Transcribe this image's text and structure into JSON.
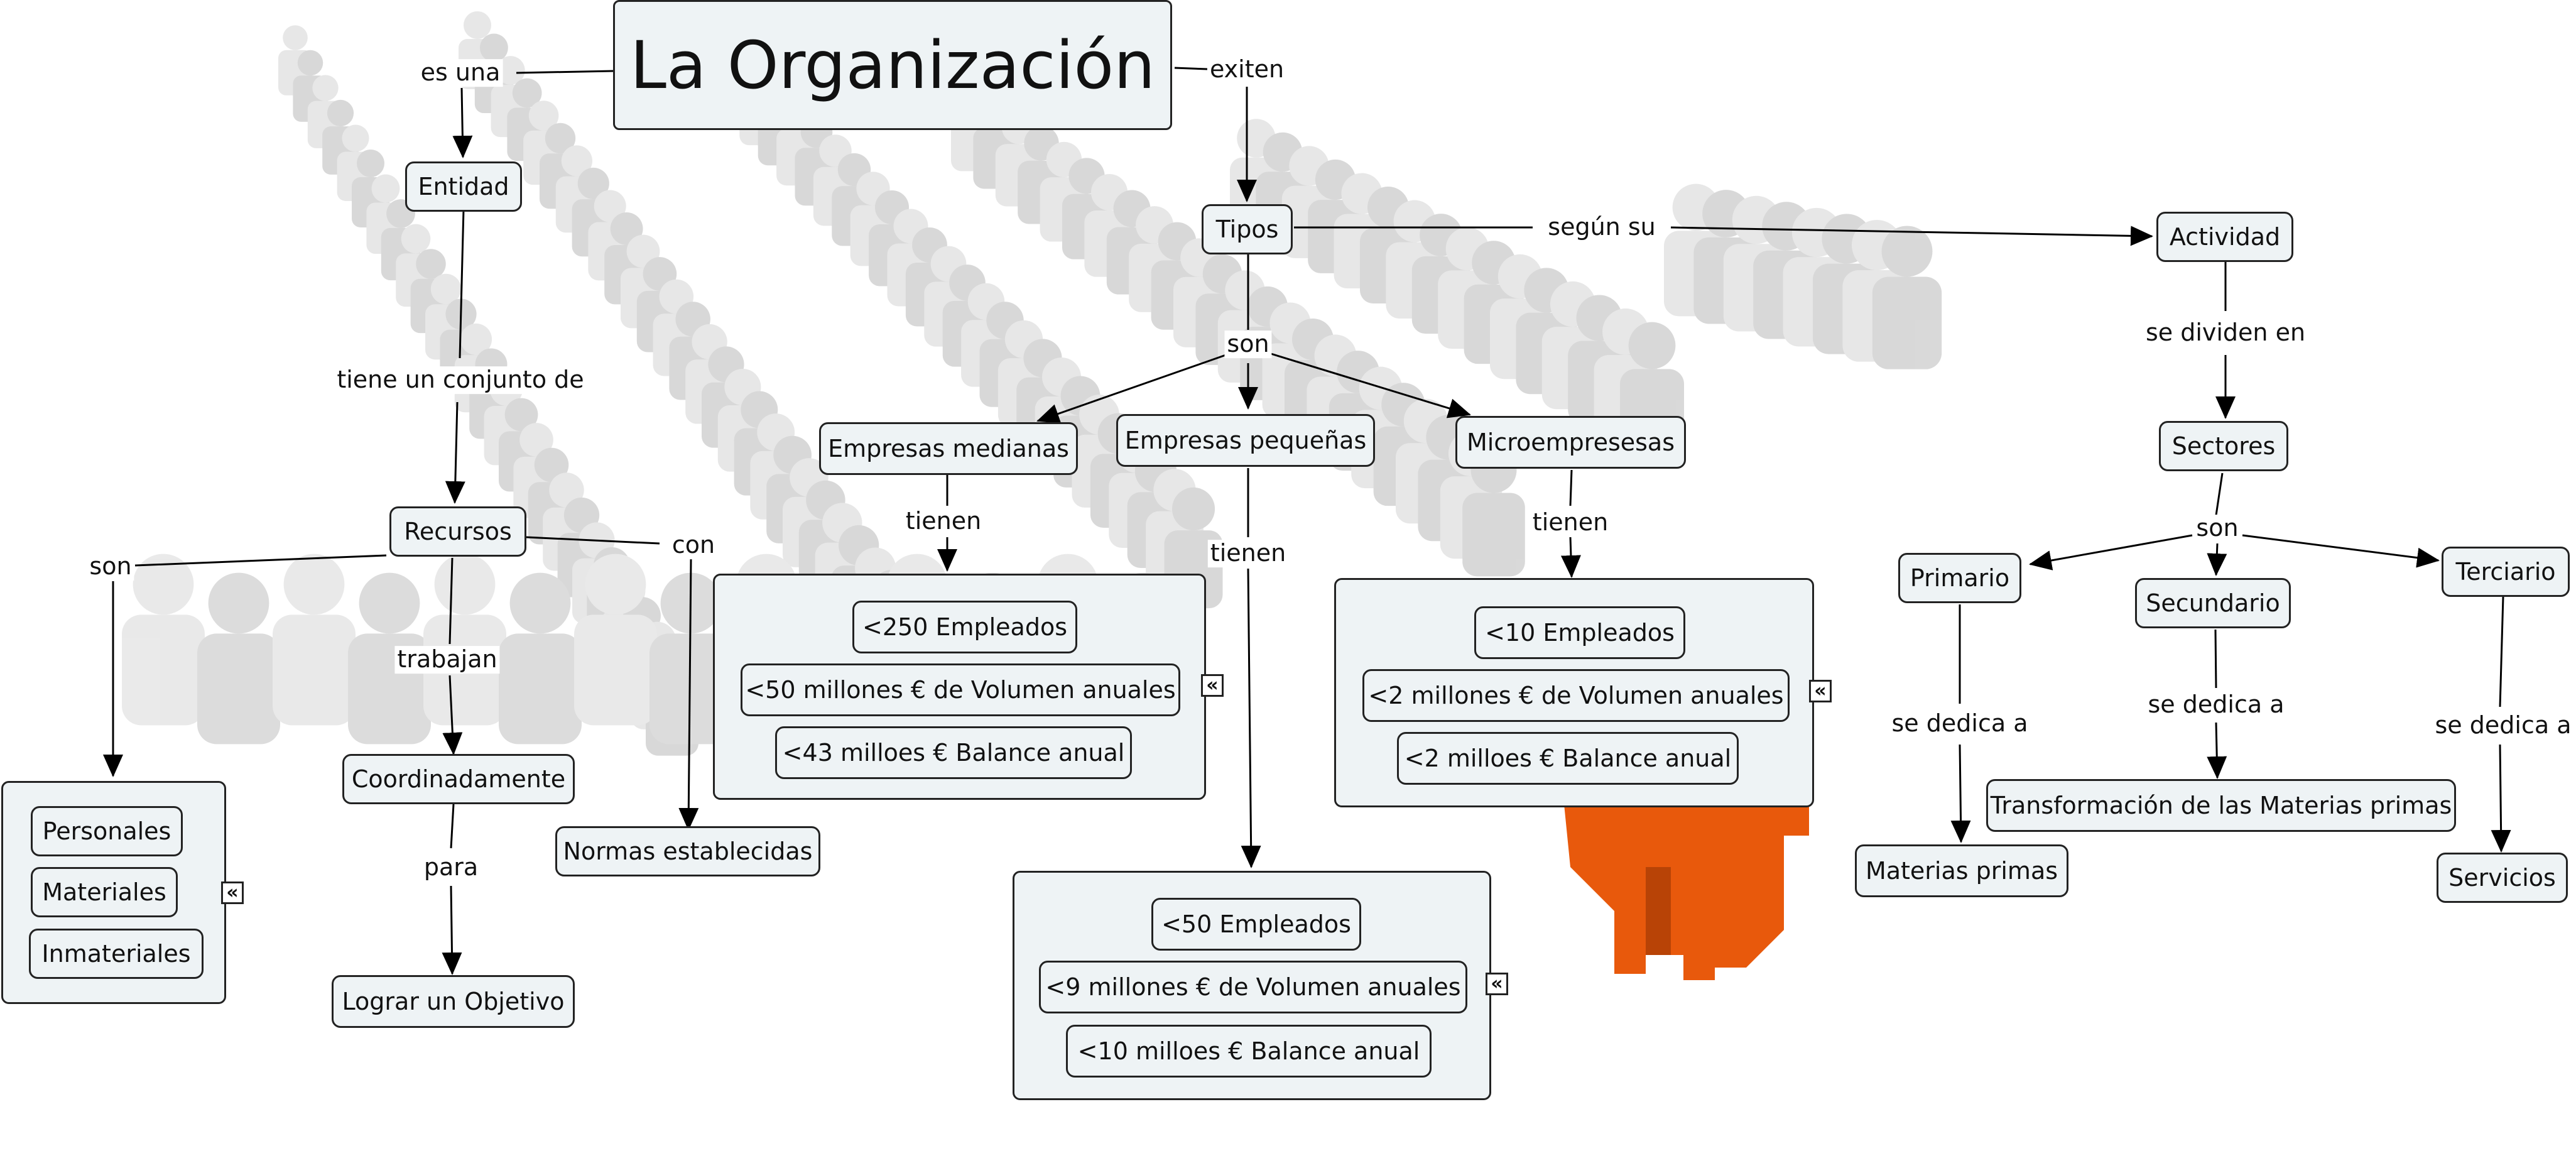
{
  "map": {
    "title": "La Organización",
    "nodes": {
      "entidad": "Entidad",
      "tipos": "Tipos",
      "actividad": "Actividad",
      "recursos": "Recursos",
      "coordinadamente": "Coordinadamente",
      "objetivo": "Lograr un Objetivo",
      "normas": "Normas establecidas",
      "medianas": "Empresas medianas",
      "pequenas": "Empresas pequeñas",
      "micro": "Microempresesas",
      "sectores": "Sectores",
      "primario": "Primario",
      "secundario": "Secundario",
      "terciario": "Terciario",
      "materias": "Materias primas",
      "transformacion": "Transformación de las Materias primas",
      "servicios": "Servicios"
    },
    "groups": {
      "recursos_tipos": [
        "Personales",
        "Materiales",
        "Inmateriales"
      ],
      "medianas": [
        "<250 Empleados",
        "<50 millones € de Volumen anuales",
        "<43 milloes € Balance anual"
      ],
      "pequenas": [
        "<50 Empleados",
        "<9 millones € de Volumen anuales",
        "<10 milloes € Balance anual"
      ],
      "micro": [
        "<10 Empleados",
        "<2 millones € de Volumen anuales",
        "<2 milloes € Balance anual"
      ]
    },
    "links": {
      "es_una": "es una",
      "exiten": "exiten",
      "segun_su": "según su",
      "tiene_conjunto": "tiene un conjunto de",
      "son_tipos": "son",
      "se_dividen": "se dividen en",
      "son_recursos": "son",
      "con": "con",
      "trabajan": "trabajan",
      "para": "para",
      "tienen_medianas": "tienen",
      "tienen_pequenas": "tienen",
      "tienen_micro": "tienen",
      "son_sectores": "son",
      "dedica_primario": "se dedica a",
      "dedica_secundario": "se dedica a",
      "dedica_terciario": "se dedica a"
    },
    "collapse_glyph": "«",
    "colors": {
      "node_fill": "#eef3f5",
      "accent_figure": "#e8590c",
      "crowd": "#d9d9d9"
    }
  }
}
